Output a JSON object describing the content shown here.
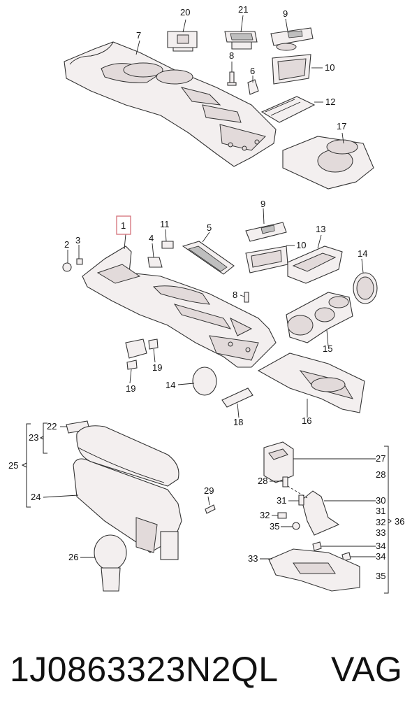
{
  "labels": {
    "l1": "1",
    "l2": "2",
    "l3": "3",
    "l4": "4",
    "l5": "5",
    "l6": "6",
    "l7": "7",
    "l8a": "8",
    "l8b": "8",
    "l9a": "9",
    "l9b": "9",
    "l10a": "10",
    "l10b": "10",
    "l11": "11",
    "l12": "12",
    "l13": "13",
    "l14a": "14",
    "l14b": "14",
    "l15": "15",
    "l16": "16",
    "l17": "17",
    "l18": "18",
    "l19a": "19",
    "l19b": "19",
    "l20": "20",
    "l21": "21",
    "l22": "22",
    "l23": "23",
    "l24": "24",
    "l25": "25",
    "l26": "26",
    "l27": "27",
    "l28a": "28",
    "l28b": "28",
    "l29": "29",
    "l30": "30",
    "l31a": "31",
    "l31b": "31",
    "l32a": "32",
    "l32b": "32",
    "l33a": "33",
    "l33b": "33",
    "l34a": "34",
    "l34b": "34",
    "l35a": "35",
    "l35b": "35",
    "l36": "36"
  },
  "footer": {
    "part_number": "1J0863323N2QL",
    "brand": "VAG"
  },
  "highlight_color": "#d4707a"
}
